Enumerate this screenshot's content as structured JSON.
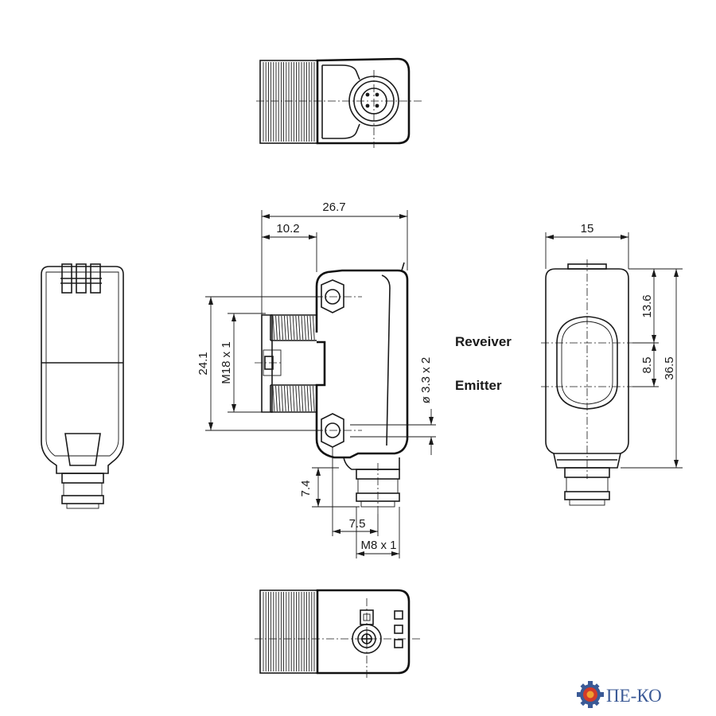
{
  "labels": {
    "receiver": "Reveiver",
    "emitter": "Emitter"
  },
  "dimensions": {
    "overall_length": "26.7",
    "lens_offset": "10.2",
    "thread_height": "24.1",
    "front_thread": "M18 x 1",
    "mount_holes": "ø 3.3 x 2",
    "connector_height": "7.4",
    "connector_offset": "7.5",
    "connector_thread": "M8 x 1",
    "width": "15",
    "receiver_offset": "13.6",
    "optical_spacing": "8.5",
    "overall_height": "36.5"
  },
  "logo": {
    "text": "ПЕ-КО",
    "icon": "gear-logo-icon"
  },
  "colors": {
    "line": "#1a1a1a",
    "logo_blue": "#3b5a96",
    "logo_red": "#d23a2a",
    "logo_orange": "#f0a030"
  }
}
